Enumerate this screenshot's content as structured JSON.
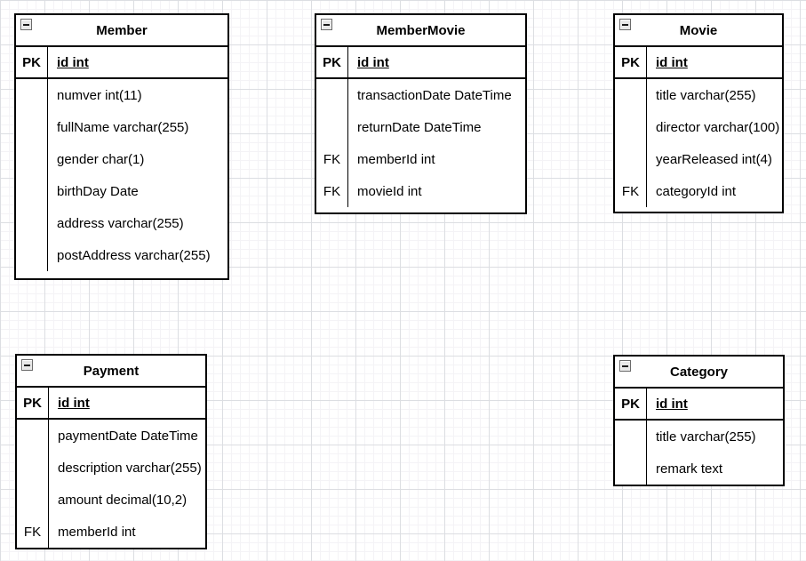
{
  "diagram": {
    "colors": {
      "table_background": "#ffffff",
      "table_border": "#000000",
      "text": "#000000",
      "grid_major": "#dcdee2",
      "grid_minor": "#f4f3f6",
      "collapse_icon_bg": "#e8e8e8",
      "collapse_icon_border": "#6b6b6b"
    },
    "icons": {
      "collapse": "minus-in-square"
    },
    "tables": [
      {
        "title": "Member",
        "pk": {
          "key": "PK",
          "field": "id int"
        },
        "rows": [
          {
            "key": "",
            "field": "numver int(11)"
          },
          {
            "key": "",
            "field": "fullName varchar(255)"
          },
          {
            "key": "",
            "field": "gender char(1)"
          },
          {
            "key": "",
            "field": "birthDay Date"
          },
          {
            "key": "",
            "field": "address varchar(255)"
          },
          {
            "key": "",
            "field": "postAddress varchar(255)"
          }
        ]
      },
      {
        "title": "MemberMovie",
        "pk": {
          "key": "PK",
          "field": "id int"
        },
        "rows": [
          {
            "key": "",
            "field": "transactionDate DateTime"
          },
          {
            "key": "",
            "field": "returnDate DateTime"
          },
          {
            "key": "FK",
            "field": "memberId int"
          },
          {
            "key": "FK",
            "field": "movieId int"
          }
        ]
      },
      {
        "title": "Movie",
        "pk": {
          "key": "PK",
          "field": "id int"
        },
        "rows": [
          {
            "key": "",
            "field": "title varchar(255)"
          },
          {
            "key": "",
            "field": "director varchar(100)"
          },
          {
            "key": "",
            "field": "yearReleased int(4)"
          },
          {
            "key": "FK",
            "field": "categoryId int"
          }
        ]
      },
      {
        "title": "Payment",
        "pk": {
          "key": "PK",
          "field": "id int"
        },
        "rows": [
          {
            "key": "",
            "field": "paymentDate DateTime"
          },
          {
            "key": "",
            "field": "description varchar(255)"
          },
          {
            "key": "",
            "field": "amount decimal(10,2)"
          },
          {
            "key": "FK",
            "field": "memberId int"
          }
        ]
      },
      {
        "title": "Category",
        "pk": {
          "key": "PK",
          "field": "id int"
        },
        "rows": [
          {
            "key": "",
            "field": "title varchar(255)"
          },
          {
            "key": "",
            "field": "remark text"
          }
        ]
      }
    ]
  }
}
